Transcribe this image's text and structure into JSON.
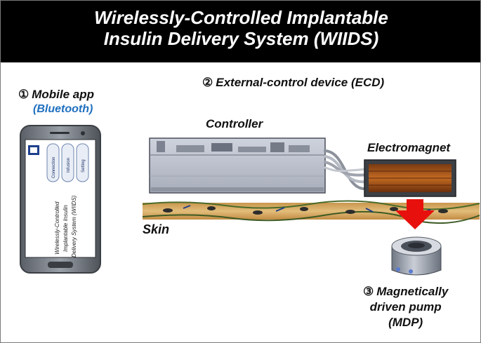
{
  "title": {
    "line1": "Wirelessly-Controlled Implantable",
    "line2": "Insulin Delivery System (WIIDS)"
  },
  "mobile_app": {
    "number": "①",
    "label": "Mobile app",
    "sublabel": "(Bluetooth)",
    "app_buttons": [
      "Connection",
      "Infusion",
      "Setting"
    ],
    "screen_text": [
      "Wirelessly-Controlled",
      "Implantable Insulin",
      "Delivery System (WIIDS)"
    ]
  },
  "ecd": {
    "number": "②",
    "label": "External-control device (ECD)"
  },
  "controller": {
    "label": "Controller"
  },
  "electromagnet": {
    "label": "Electromagnet"
  },
  "skin": {
    "label": "Skin"
  },
  "mdp": {
    "number": "③",
    "line1": "Magnetically",
    "line2": "driven pump",
    "line3": "(MDP)"
  },
  "colors": {
    "banner": "#000000",
    "bluetooth_text": "#1f6fbf",
    "arrow": "#e8100c",
    "skin_tissue": "#d2a866"
  }
}
